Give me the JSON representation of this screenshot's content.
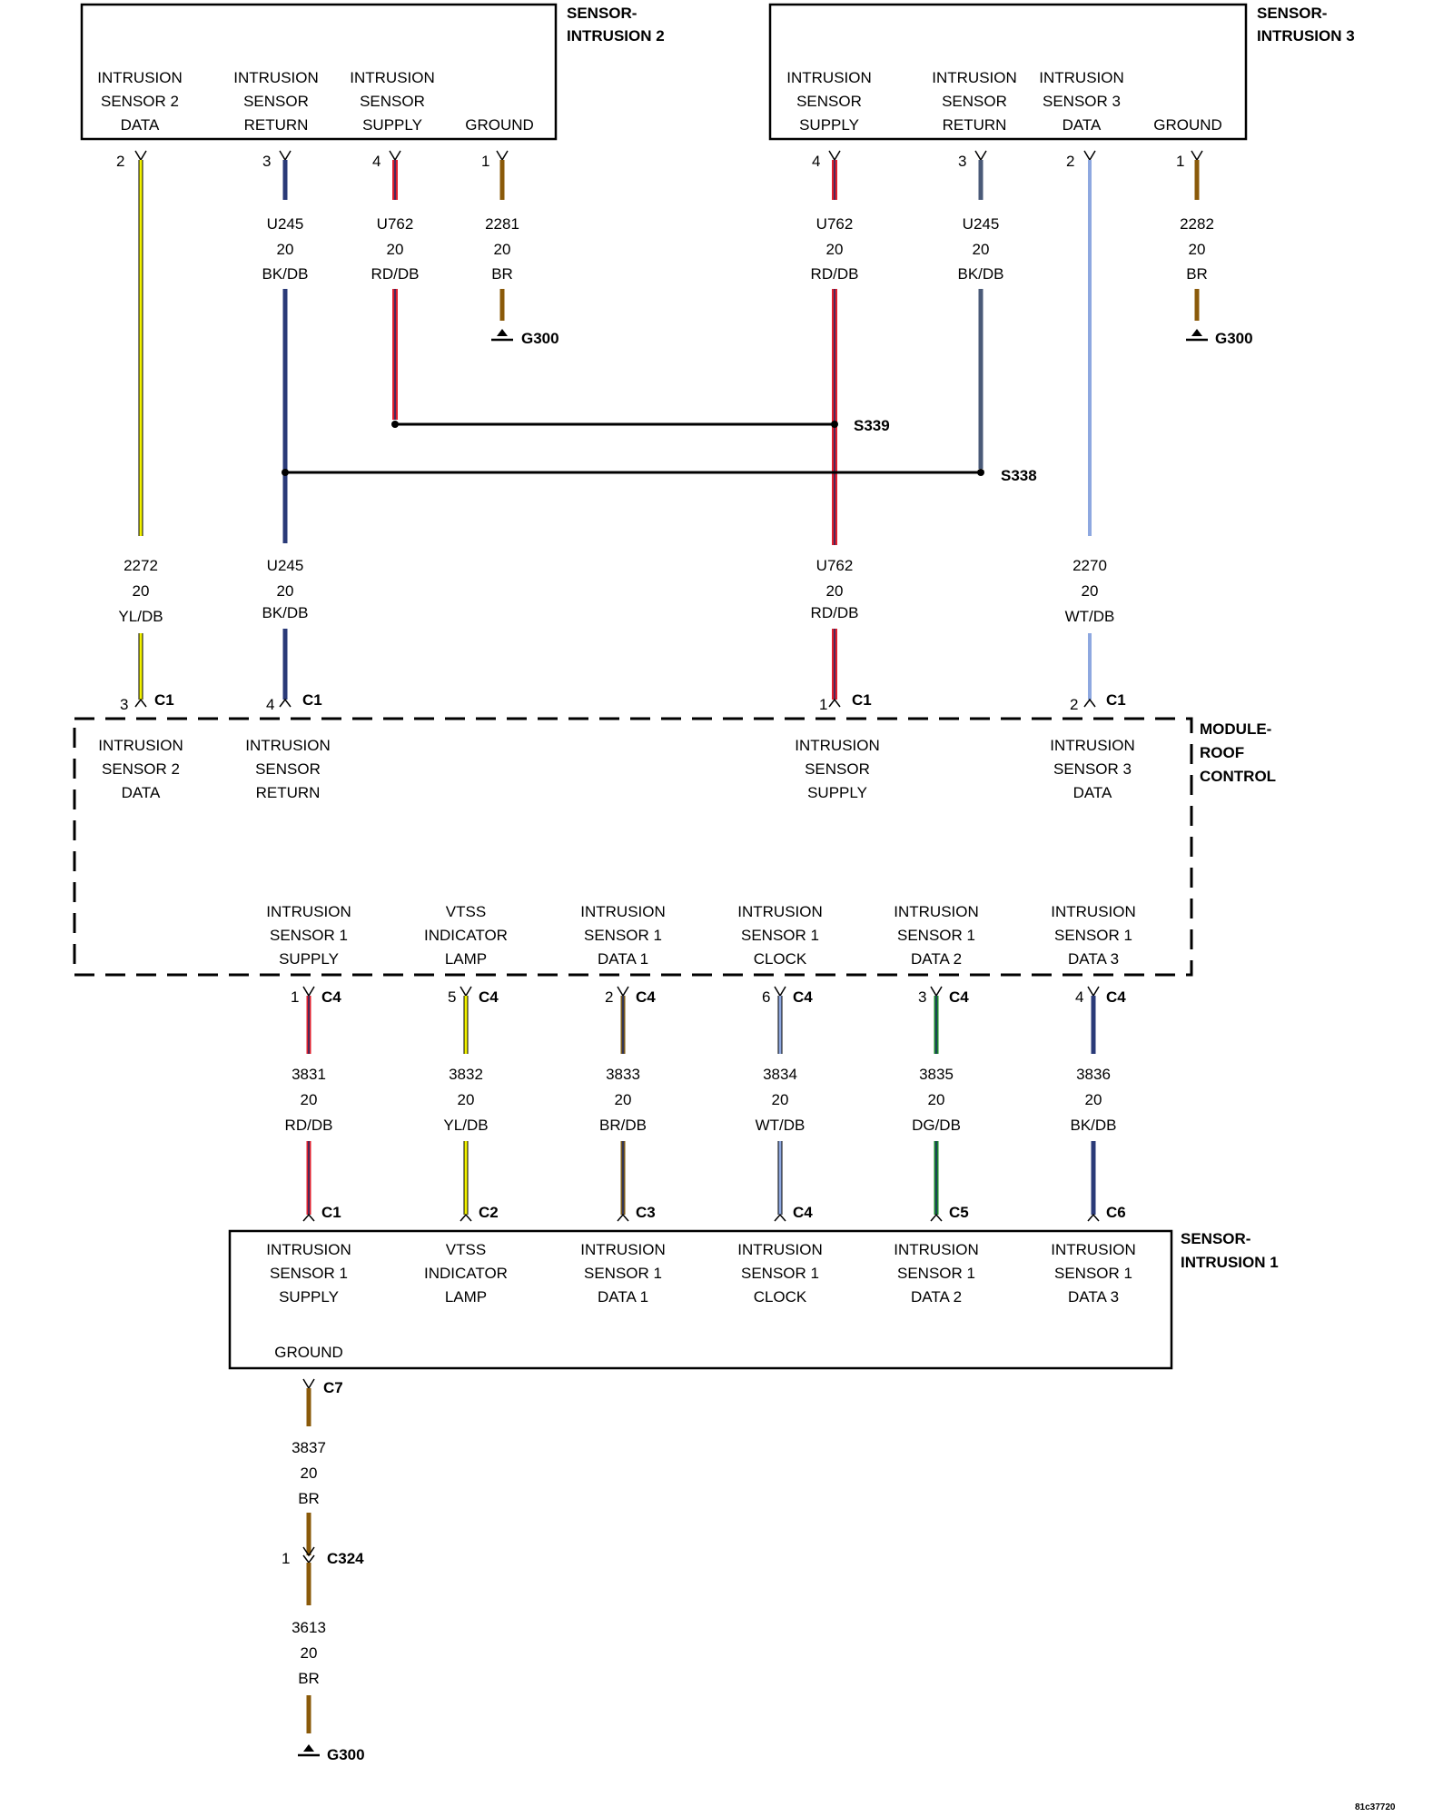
{
  "colors": {
    "YL/DB": "#f2f200",
    "BK/DB": "#2a3a78",
    "RD/DB": "#e0202e",
    "BR": "#8a5a0a",
    "WT/DB": "#8ea8e0",
    "DG/DB": "#1a8a2a",
    "BR/DB": "#7a5a1a",
    "stripe": "#1e2a66",
    "splice": "#000000"
  },
  "sensor2": {
    "title": [
      "SENSOR-",
      "INTRUSION 2"
    ],
    "labels": [
      [
        "INTRUSION",
        "SENSOR 2",
        "DATA"
      ],
      [
        "INTRUSION",
        "SENSOR",
        "RETURN"
      ],
      [
        "INTRUSION",
        "SENSOR",
        "SUPPLY"
      ],
      [
        "GROUND"
      ]
    ]
  },
  "sensor3": {
    "title": [
      "SENSOR-",
      "INTRUSION 3"
    ],
    "labels": [
      [
        "INTRUSION",
        "SENSOR",
        "SUPPLY"
      ],
      [
        "INTRUSION",
        "SENSOR",
        "RETURN"
      ],
      [
        "INTRUSION",
        "SENSOR 3",
        "DATA"
      ],
      [
        "GROUND"
      ]
    ]
  },
  "module": {
    "title": [
      "MODULE-",
      "ROOF",
      "CONTROL"
    ],
    "top_labels": [
      [
        "INTRUSION",
        "SENSOR 2",
        "DATA"
      ],
      [
        "INTRUSION",
        "SENSOR",
        "RETURN"
      ],
      [
        "INTRUSION",
        "SENSOR",
        "SUPPLY"
      ],
      [
        "INTRUSION",
        "SENSOR 3",
        "DATA"
      ]
    ],
    "bottom_labels": [
      [
        "INTRUSION",
        "SENSOR 1",
        "SUPPLY"
      ],
      [
        "VTSS",
        "INDICATOR",
        "LAMP"
      ],
      [
        "INTRUSION",
        "SENSOR 1",
        "DATA 1"
      ],
      [
        "INTRUSION",
        "SENSOR 1",
        "CLOCK"
      ],
      [
        "INTRUSION",
        "SENSOR 1",
        "DATA 2"
      ],
      [
        "INTRUSION",
        "SENSOR 1",
        "DATA 3"
      ]
    ]
  },
  "sensor1": {
    "title": [
      "SENSOR-",
      "INTRUSION 1"
    ],
    "labels": [
      [
        "INTRUSION",
        "SENSOR 1",
        "SUPPLY"
      ],
      [
        "VTSS",
        "INDICATOR",
        "LAMP"
      ],
      [
        "INTRUSION",
        "SENSOR 1",
        "DATA 1"
      ],
      [
        "INTRUSION",
        "SENSOR 1",
        "CLOCK"
      ],
      [
        "INTRUSION",
        "SENSOR 1",
        "DATA 2"
      ],
      [
        "INTRUSION",
        "SENSOR 1",
        "DATA 3"
      ]
    ],
    "ground_label": "GROUND"
  },
  "wires_top": [
    {
      "pin": "3",
      "circuit": "U245",
      "gauge": "20",
      "color": "BK/DB"
    },
    {
      "pin": "4",
      "circuit": "U762",
      "gauge": "20",
      "color": "RD/DB"
    },
    {
      "pin": "1",
      "circuit": "2281",
      "gauge": "20",
      "color": "BR"
    },
    {
      "pin": "4",
      "circuit": "U762",
      "gauge": "20",
      "color": "RD/DB"
    },
    {
      "pin": "3",
      "circuit": "U245",
      "gauge": "20",
      "color": "BK/DB"
    },
    {
      "pin": "1",
      "circuit": "2282",
      "gauge": "20",
      "color": "BR"
    }
  ],
  "sensor2_data_pin": "2",
  "sensor3_data_pin": "2",
  "grounds": {
    "top_left": "G300",
    "top_right": "G300",
    "bottom": "G300"
  },
  "splices": {
    "s339": "S339",
    "s338": "S338"
  },
  "wires_mid": [
    {
      "circuit": "2272",
      "gauge": "20",
      "color": "YL/DB",
      "pin": "3",
      "connector": "C1"
    },
    {
      "circuit": "U245",
      "gauge": "20",
      "color": "BK/DB",
      "pin": "4",
      "connector": "C1"
    },
    {
      "circuit": "U762",
      "gauge": "20",
      "color": "RD/DB",
      "pin": "1",
      "connector": "C1"
    },
    {
      "circuit": "2270",
      "gauge": "20",
      "color": "WT/DB",
      "pin": "2",
      "connector": "C1"
    }
  ],
  "wires_bottom": [
    {
      "pin": "1",
      "connector": "C4",
      "circuit": "3831",
      "gauge": "20",
      "color": "RD/DB",
      "sensor_connector": "C1"
    },
    {
      "pin": "5",
      "connector": "C4",
      "circuit": "3832",
      "gauge": "20",
      "color": "YL/DB",
      "sensor_connector": "C2"
    },
    {
      "pin": "2",
      "connector": "C4",
      "circuit": "3833",
      "gauge": "20",
      "color": "BR/DB",
      "sensor_connector": "C3"
    },
    {
      "pin": "6",
      "connector": "C4",
      "circuit": "3834",
      "gauge": "20",
      "color": "WT/DB",
      "sensor_connector": "C4"
    },
    {
      "pin": "3",
      "connector": "C4",
      "circuit": "3835",
      "gauge": "20",
      "color": "DG/DB",
      "sensor_connector": "C5"
    },
    {
      "pin": "4",
      "connector": "C4",
      "circuit": "3836",
      "gauge": "20",
      "color": "BK/DB",
      "sensor_connector": "C6"
    }
  ],
  "ground_run": {
    "connector": "C7",
    "wire1": {
      "circuit": "3837",
      "gauge": "20",
      "color": "BR"
    },
    "inline": {
      "pin": "1",
      "connector": "C324"
    },
    "wire2": {
      "circuit": "3613",
      "gauge": "20",
      "color": "BR"
    }
  },
  "figure_id": "81c37720"
}
